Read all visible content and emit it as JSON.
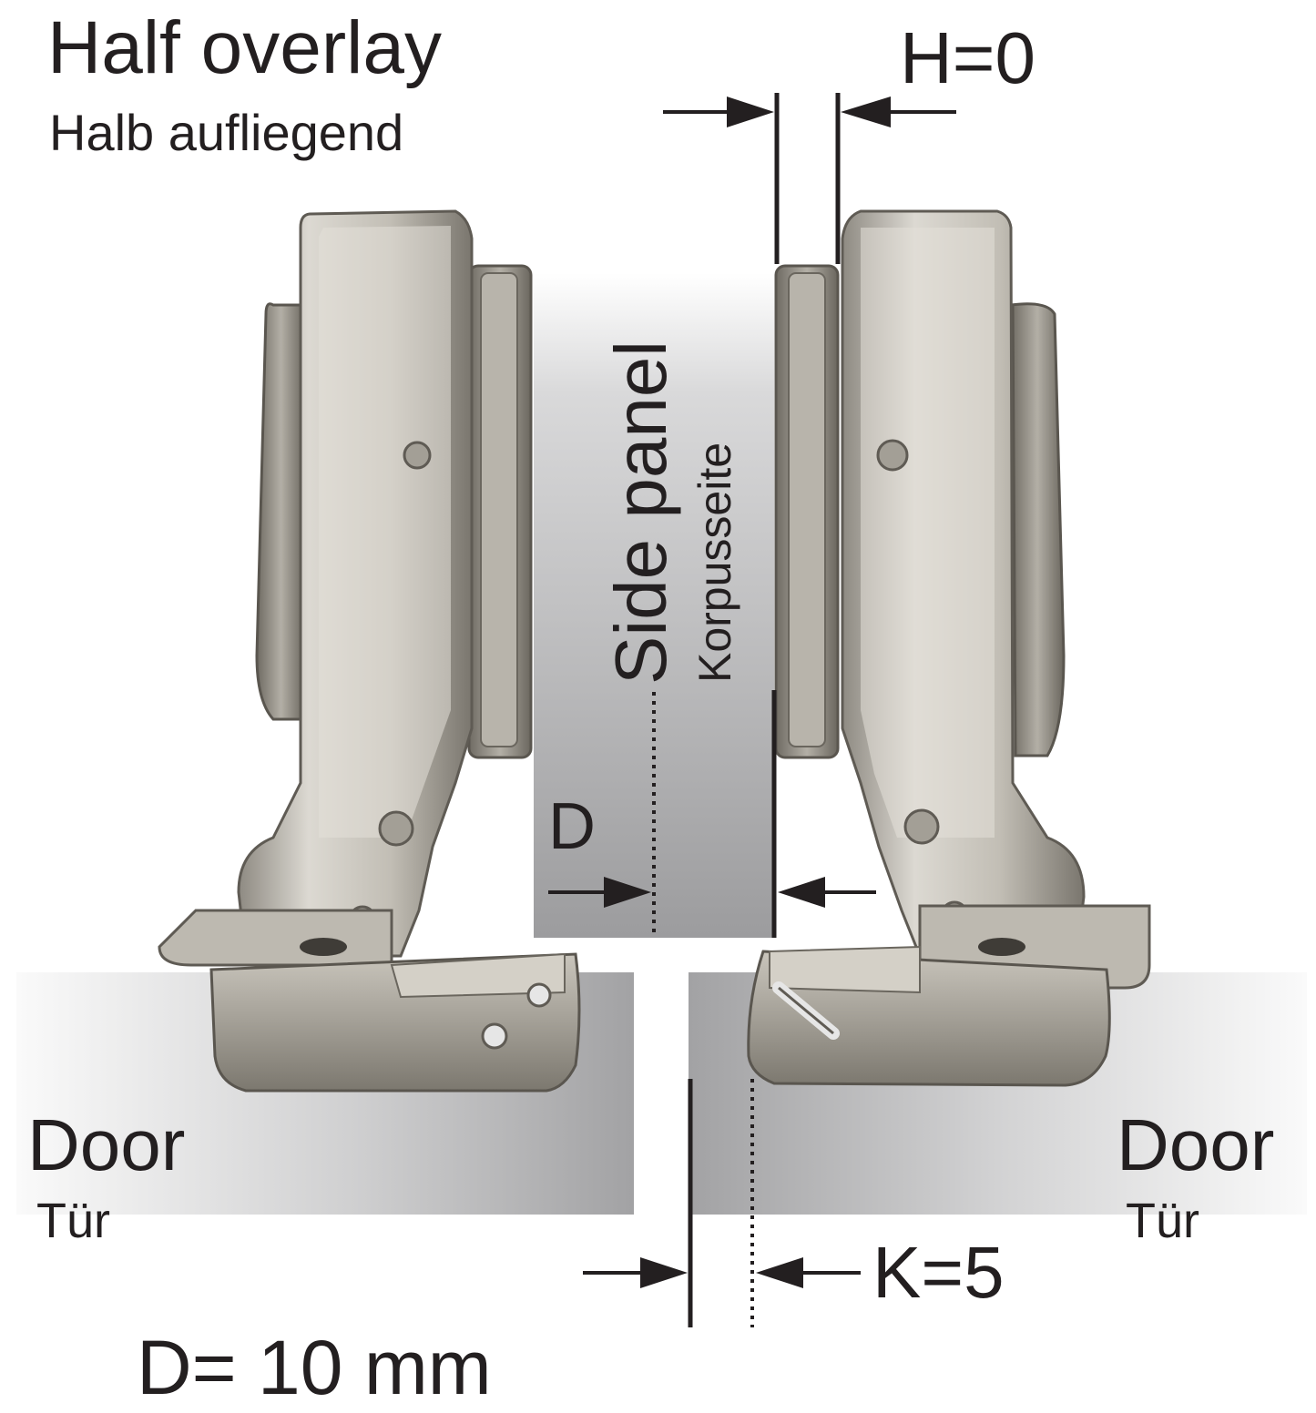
{
  "title": "Half overlay",
  "subtitle": "Halb aufliegend",
  "side_panel": {
    "label": "Side panel",
    "sublabel": "Korpusseite"
  },
  "door_left": {
    "label": "Door",
    "sublabel": "Tür"
  },
  "door_right": {
    "label": "Door",
    "sublabel": "Tür"
  },
  "dimensions": {
    "h_label": "H=0",
    "d_letter": "D",
    "k_label": "K=5",
    "d_value": "D= 10 mm"
  },
  "colors": {
    "text": "#231f20",
    "panel_dark": "#9a9a9c",
    "panel_light": "#f2f2f2",
    "metal_light": "#d9d6cf",
    "metal_mid": "#a8a49b",
    "metal_dark": "#6f6b63"
  },
  "icons": [
    "hinge-left-icon",
    "hinge-right-icon",
    "arrow-right-icon",
    "arrow-left-icon"
  ]
}
